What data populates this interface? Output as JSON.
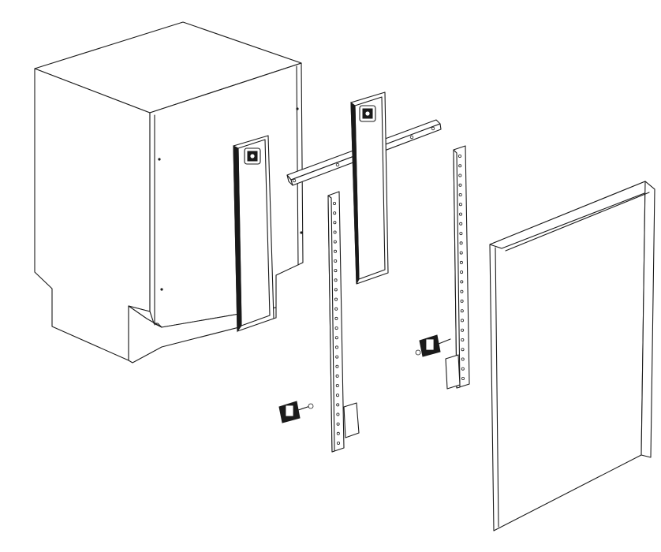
{
  "figure": {
    "kind": "exploded-assembly-line-drawing",
    "background": "#ffffff",
    "line_color": "#1a1a1a",
    "parts": [
      "appliance-cabinet",
      "left-vertical-panel",
      "right-vertical-panel",
      "top-horizontal-rail",
      "left-hinge-bracket",
      "right-hinge-bracket",
      "left-hinge-mechanism",
      "right-hinge-mechanism",
      "front-door-panel"
    ]
  }
}
